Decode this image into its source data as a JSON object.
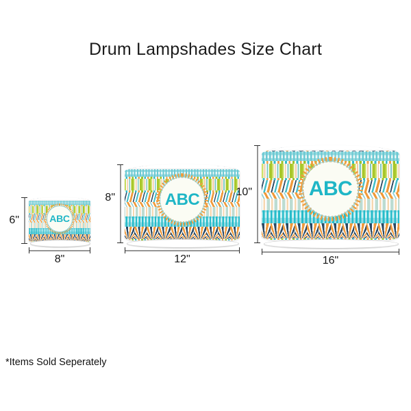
{
  "title": "Drum Lampshades Size Chart",
  "footer_note": "*Items Sold Seperately",
  "monogram_text": "ABC",
  "colors": {
    "monogram_teal": "#1fb6c6",
    "band_teal": "#17b6c6",
    "band_olive": "#a8c72b",
    "band_orange": "#ef9a3c",
    "band_navy": "#2c4a64",
    "band_sage": "#bcdcd2",
    "text": "#161616",
    "background": "#ffffff"
  },
  "shades": [
    {
      "name": "small-lampshade",
      "height_label": "6\"",
      "width_label": "8\"",
      "monogram": "ABC"
    },
    {
      "name": "medium-lampshade",
      "height_label": "8\"",
      "width_label": "12\"",
      "monogram": "ABC"
    },
    {
      "name": "large-lampshade",
      "height_label": "10\"",
      "width_label": "16\"",
      "monogram": "ABC"
    }
  ]
}
